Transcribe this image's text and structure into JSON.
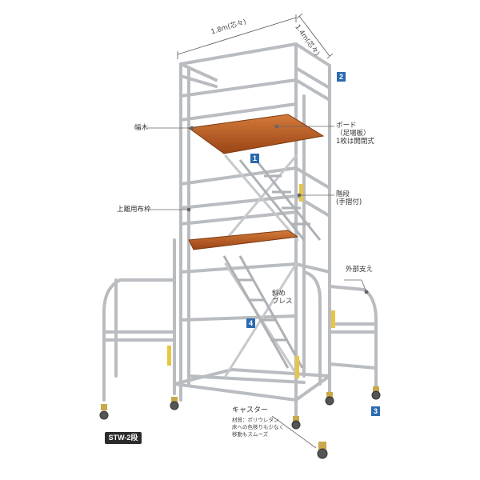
{
  "dimensions": {
    "width_label": "1.8m(芯々)",
    "depth_label": "1.4m(芯々)"
  },
  "labels": {
    "toe_board": "幅木",
    "board_line1": "ボード",
    "board_line2": "（足場板）",
    "board_line3": "1枚は開閉式",
    "stairs_line1": "階段",
    "stairs_line2": "(手摺付)",
    "upper_frame": "上離用布枠",
    "outrigger": "外部支え",
    "diagonal_line1": "斜め",
    "diagonal_line2": "ブレス",
    "caster": "キャスター",
    "caster_detail_1": "材質：ポリウレタン",
    "caster_detail_2": "床への色移りも少なく",
    "caster_detail_3": "移動もスムーズ"
  },
  "markers": [
    "1",
    "2",
    "3",
    "4"
  ],
  "model": "STW-2段",
  "colors": {
    "marker": "#2a6bb0",
    "frame": "#b9bcc0",
    "board": "#b85a22",
    "highlight": "#e8c545",
    "model_badge": "#2b2b2b"
  }
}
